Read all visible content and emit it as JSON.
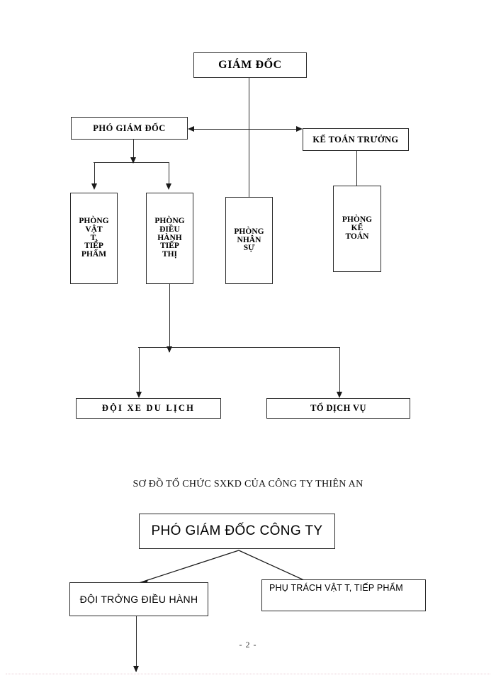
{
  "document": {
    "page_number": "- 2 -"
  },
  "chart1": {
    "nodes": {
      "director": "GIÁM ĐỐC",
      "deputy_director": "PHÓ GIÁM ĐỐC",
      "chief_accountant": "KẾ TOÁN TRƯỞNG",
      "dept_supplies": "PHÒNG\nVẬT\nT,\nTIẾP\nPHẨM",
      "dept_operations": "PHÒNG\nĐIỀU\nHÀNH\nTIẾP\nTHỊ",
      "dept_personnel": "PHÒNG\nNHÂN\nSỰ",
      "dept_accounting": "PHÒNG\nKẾ\nTOÁN",
      "tour_car_team": "ĐỘI XE DU LỊCH",
      "service_group": "TỔ DỊCH VỤ"
    }
  },
  "chart2": {
    "caption": "SƠ ĐỒ TỔ CHỨC SXKD CỦA CÔNG TY THIÊN AN",
    "nodes": {
      "deputy_director_company": "PHÓ GIÁM  ĐỐC CÔNG TY",
      "operations_team_leader": "ĐỘI TRỞNG   ĐIỀU HÀNH",
      "supplies_officer": "PHỤ TRÁCH VẬT T,   TIẾP PHẨM"
    }
  },
  "style": {
    "line_color": "#2b2b2b",
    "text_color": "#000000",
    "background": "#ffffff"
  }
}
